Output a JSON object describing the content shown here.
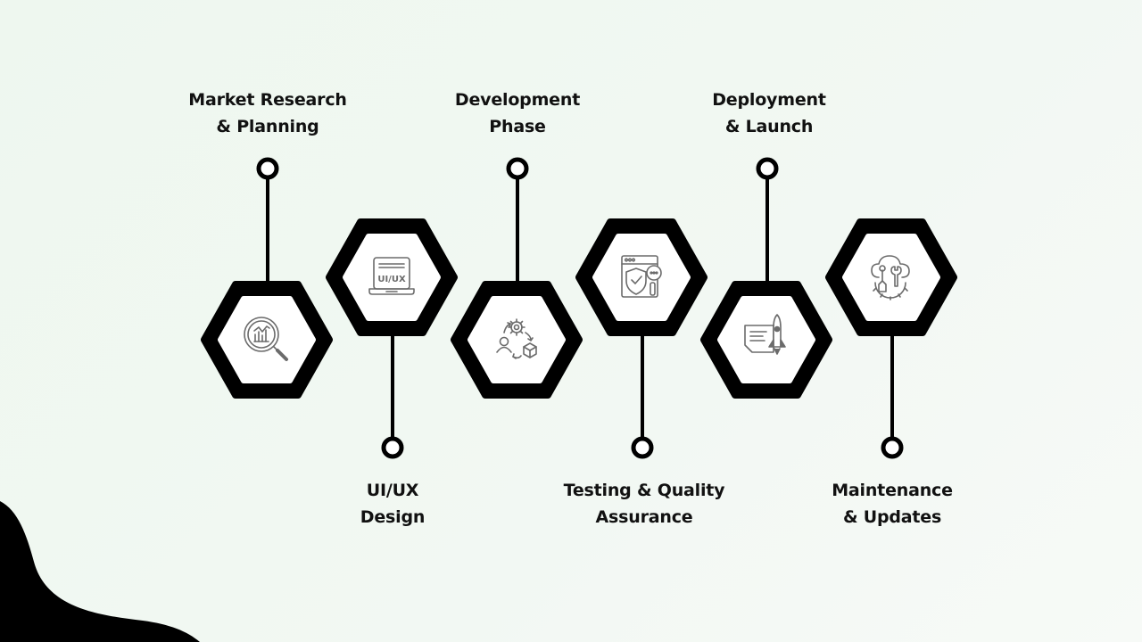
{
  "colors": {
    "background": "#eef7ef",
    "hexagon_border": "#000000",
    "hexagon_fill": "#ffffff",
    "connector": "#000000",
    "icon_stroke": "#6b6b6b",
    "blob": "#000000",
    "text": "#111111"
  },
  "steps": [
    {
      "line1": "Market Research",
      "line2": "& Planning",
      "icon": "magnifier-chart-icon",
      "position": "top"
    },
    {
      "line1": "UI/UX",
      "line2": "Design",
      "icon": "laptop-ui-ux-icon",
      "icon_text": "UI/UX",
      "position": "bottom"
    },
    {
      "line1": "Development",
      "line2": "Phase",
      "icon": "development-cycle-icon",
      "position": "top"
    },
    {
      "line1": "Testing & Quality",
      "line2": "Assurance",
      "icon": "browser-shield-check-icon",
      "position": "bottom"
    },
    {
      "line1": "Deployment",
      "line2": "& Launch",
      "icon": "rocket-document-icon",
      "position": "top"
    },
    {
      "line1": "Maintenance",
      "line2": "& Updates",
      "icon": "cloud-tools-gear-icon",
      "position": "bottom"
    }
  ]
}
